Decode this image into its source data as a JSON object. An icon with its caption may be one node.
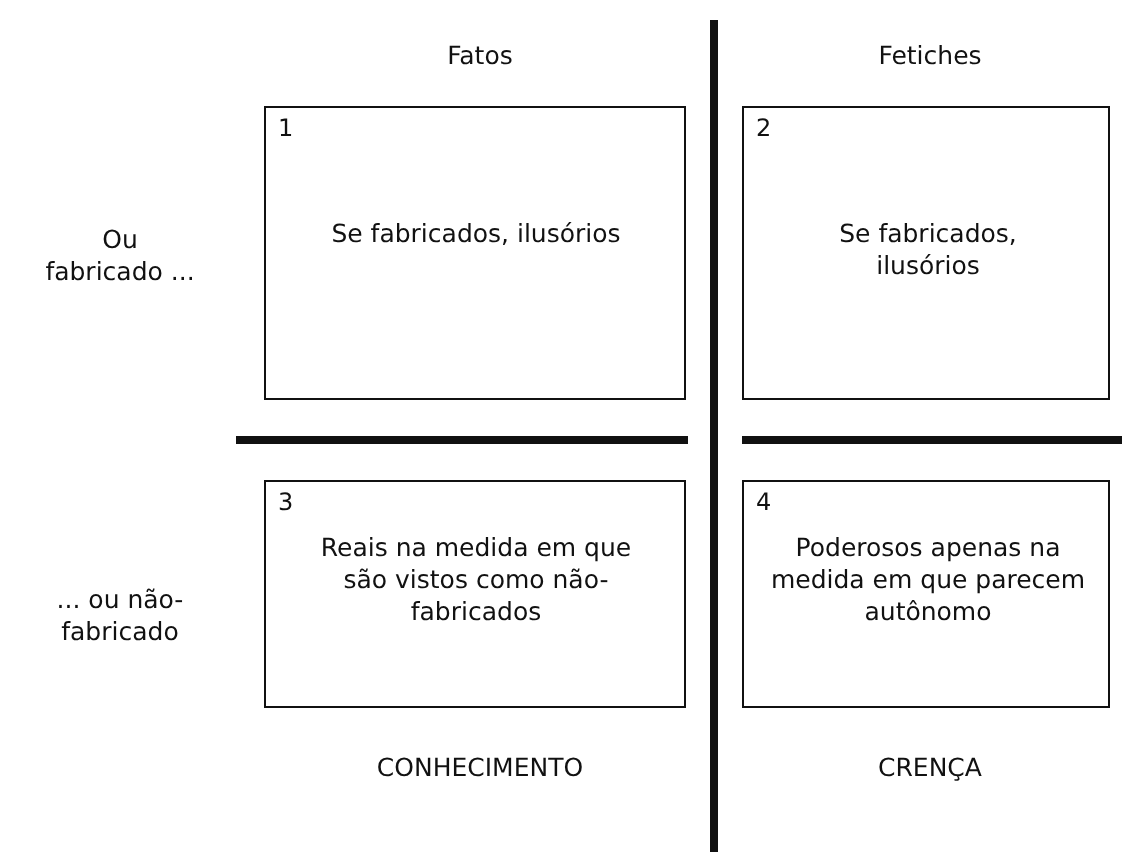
{
  "diagram": {
    "nodes": [
      {
        "text": [
          "1",
          "Se fabricados, ilusórios"
        ]
      },
      {
        "text": [
          "2",
          "Se fabricados, ilusórios"
        ]
      },
      {
        "text": [
          "3",
          "Reais na medida em que são vistos como não-fabricados"
        ]
      },
      {
        "text": [
          "4",
          "Poderosos apenas na medida em que parecem autônomo"
        ]
      }
    ],
    "edges": [],
    "labels": [
      "Fatos",
      "Fetiches",
      "Ou fabricado ...",
      "... ou não-fabricado",
      "CONHECIMENTO",
      "CRENÇA"
    ]
  }
}
